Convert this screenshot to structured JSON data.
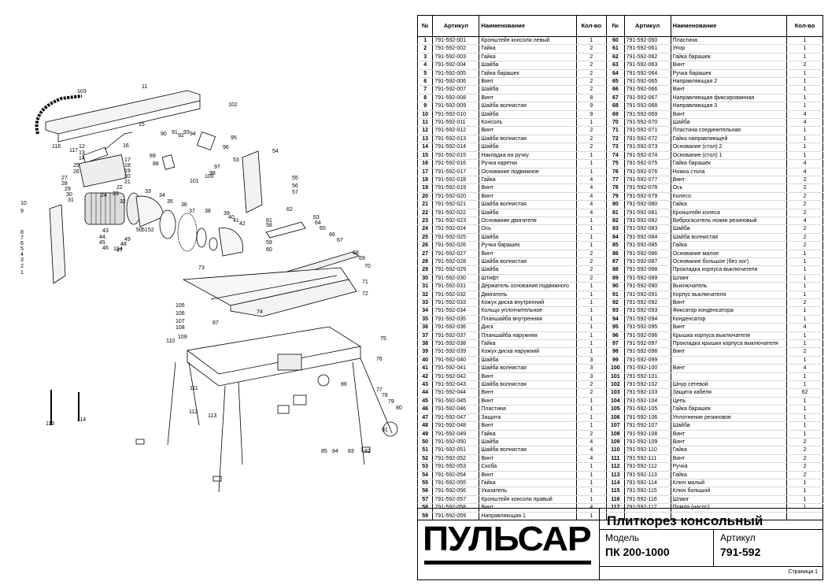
{
  "table": {
    "headers": {
      "num": "№",
      "art": "Артикул",
      "name": "Наименование",
      "qty": "Кол-во"
    },
    "left": [
      [
        "1",
        "791-592-001",
        "Кронштейн консоли левый",
        "1"
      ],
      [
        "2",
        "791-592-002",
        "Гайка",
        "2"
      ],
      [
        "3",
        "791-592-003",
        "Гайка",
        "2"
      ],
      [
        "4",
        "791-592-004",
        "Шайба",
        "2"
      ],
      [
        "5",
        "791-592-005",
        "Гайка барашек",
        "2"
      ],
      [
        "6",
        "791-592-006",
        "Винт",
        "2"
      ],
      [
        "7",
        "791-592-007",
        "Шайба",
        "2"
      ],
      [
        "8",
        "791-592-008",
        "Винт",
        "8"
      ],
      [
        "9",
        "791-592-009",
        "Шайба волнистая",
        "9"
      ],
      [
        "10",
        "791-592-010",
        "Шайба",
        "9"
      ],
      [
        "11",
        "791-592-011",
        "Консоль",
        "1"
      ],
      [
        "12",
        "791-592-012",
        "Винт",
        "2"
      ],
      [
        "13",
        "791-592-013",
        "Шайба волнистая",
        "2"
      ],
      [
        "14",
        "791-592-014",
        "Шайба",
        "2"
      ],
      [
        "15",
        "791-592-015",
        "Накладка на ручку",
        "1"
      ],
      [
        "16",
        "791-592-016",
        "Ручка каретки",
        "1"
      ],
      [
        "17",
        "791-592-017",
        "Основание подвижное",
        "1"
      ],
      [
        "18",
        "791-592-018",
        "Гайка",
        "4"
      ],
      [
        "19",
        "791-592-019",
        "Винт",
        "4"
      ],
      [
        "20",
        "791-592-020",
        "Винт",
        "4"
      ],
      [
        "21",
        "791-592-021",
        "Шайба волнистая",
        "4"
      ],
      [
        "22",
        "791-592-022",
        "Шайба",
        "4"
      ],
      [
        "23",
        "791-592-023",
        "Основание двигателя",
        "1"
      ],
      [
        "24",
        "791-592-024",
        "Ось",
        "1"
      ],
      [
        "25",
        "791-592-025",
        "Шайба",
        "1"
      ],
      [
        "26",
        "791-592-026",
        "Ручка барашек",
        "1"
      ],
      [
        "27",
        "791-592-027",
        "Винт",
        "2"
      ],
      [
        "28",
        "791-592-028",
        "Шайба волнистая",
        "2"
      ],
      [
        "29",
        "791-592-029",
        "Шайба",
        "2"
      ],
      [
        "30",
        "791-592-030",
        "Штифт",
        "2"
      ],
      [
        "31",
        "791-592-031",
        "Держатель основания подвижного",
        "1"
      ],
      [
        "32",
        "791-592-032",
        "Двигатель",
        "1"
      ],
      [
        "33",
        "791-592-033",
        "Кожух диска внутренний",
        "1"
      ],
      [
        "34",
        "791-592-034",
        "Кольцо уплотнительное",
        "1"
      ],
      [
        "35",
        "791-592-035",
        "Планшайба внутренняя",
        "1"
      ],
      [
        "36",
        "791-592-036",
        "Диск",
        "1"
      ],
      [
        "37",
        "791-592-037",
        "Планшайба наружняя",
        "1"
      ],
      [
        "38",
        "791-592-038",
        "Гайка",
        "1"
      ],
      [
        "39",
        "791-592-039",
        "Кожух диска наружний",
        "1"
      ],
      [
        "40",
        "791-592-040",
        "Шайба",
        "3"
      ],
      [
        "41",
        "791-592-041",
        "Шайба волнистая",
        "3"
      ],
      [
        "42",
        "791-592-042",
        "Винт",
        "3"
      ],
      [
        "43",
        "791-592-043",
        "Шайба волнистая",
        "2"
      ],
      [
        "44",
        "791-592-044",
        "Винт",
        "2"
      ],
      [
        "45",
        "791-592-045",
        "Винт",
        "1"
      ],
      [
        "46",
        "791-592-046",
        "Пластина",
        "1"
      ],
      [
        "47",
        "791-592-047",
        "Защита",
        "1"
      ],
      [
        "48",
        "791-592-048",
        "Винт",
        "1"
      ],
      [
        "49",
        "791-592-049",
        "Гайка",
        "2"
      ],
      [
        "50",
        "791-592-050",
        "Шайба",
        "4"
      ],
      [
        "51",
        "791-592-051",
        "Шайба волнистая",
        "4"
      ],
      [
        "52",
        "791-592-052",
        "Винт",
        "4"
      ],
      [
        "53",
        "791-592-053",
        "Скоба",
        "1"
      ],
      [
        "54",
        "791-592-054",
        "Винт",
        "1"
      ],
      [
        "55",
        "791-592-055",
        "Гайка",
        "1"
      ],
      [
        "56",
        "791-592-056",
        "Указатель",
        "1"
      ],
      [
        "57",
        "791-592-057",
        "Кронштейн консоли правый",
        "1"
      ],
      [
        "58",
        "791-592-058",
        "Винт",
        "4"
      ],
      [
        "59",
        "791-592-059",
        "Направляющая 1",
        "1"
      ]
    ],
    "right": [
      [
        "60",
        "791-592-060",
        "Пластина",
        "1"
      ],
      [
        "61",
        "791-592-061",
        "Упор",
        "1"
      ],
      [
        "62",
        "791-592-062",
        "Гайка барашек",
        "1"
      ],
      [
        "63",
        "791-592-063",
        "Винт",
        "2"
      ],
      [
        "64",
        "791-592-064",
        "Ручка барашек",
        "1"
      ],
      [
        "65",
        "791-592-065",
        "Направляющая 2",
        "1"
      ],
      [
        "66",
        "791-592-066",
        "Винт",
        "1"
      ],
      [
        "67",
        "791-592-067",
        "Направляющая фиксированная",
        "1"
      ],
      [
        "68",
        "791-592-068",
        "Направляющая 3",
        "1"
      ],
      [
        "69",
        "791-592-069",
        "Винт",
        "4"
      ],
      [
        "70",
        "791-592-070",
        "Шайба",
        "4"
      ],
      [
        "71",
        "791-592-071",
        "Пластина соединительная",
        "1"
      ],
      [
        "72",
        "791-592-072",
        "Гайка направляющей",
        "1"
      ],
      [
        "73",
        "791-592-073",
        "Основание (стол) 2",
        "1"
      ],
      [
        "74",
        "791-592-074",
        "Основание (стол) 1",
        "1"
      ],
      [
        "75",
        "791-592-075",
        "Гайка барашек",
        "4"
      ],
      [
        "76",
        "791-592-076",
        "Ножка стола",
        "4"
      ],
      [
        "77",
        "791-592-077",
        "Винт",
        "2"
      ],
      [
        "78",
        "791-592-078",
        "Ось",
        "2"
      ],
      [
        "79",
        "791-592-079",
        "Колесо",
        "2"
      ],
      [
        "80",
        "791-592-080",
        "Гайка",
        "2"
      ],
      [
        "81",
        "791-592-081",
        "Кронштейн колеса",
        "2"
      ],
      [
        "82",
        "791-592-082",
        "Виброгаситель ножки резиновый",
        "4"
      ],
      [
        "83",
        "791-592-083",
        "Шайба",
        "2"
      ],
      [
        "84",
        "791-592-084",
        "Шайба волнистая",
        "2"
      ],
      [
        "85",
        "791-592-085",
        "Гайка",
        "2"
      ],
      [
        "86",
        "791-592-086",
        "Основание малое",
        "1"
      ],
      [
        "87",
        "791-592-087",
        "Основание большое (без ног)",
        "1"
      ],
      [
        "88",
        "791-592-088",
        "Прокладка корпуса выключателя",
        "1"
      ],
      [
        "89",
        "791-592-089",
        "Шланг",
        "1"
      ],
      [
        "90",
        "791-592-090",
        "Выключатель",
        "1"
      ],
      [
        "91",
        "791-592-091",
        "Корпус выключателя",
        "1"
      ],
      [
        "92",
        "791-592-092",
        "Винт",
        "2"
      ],
      [
        "93",
        "791-592-093",
        "Фиксатор конденсатора",
        "1"
      ],
      [
        "94",
        "791-592-094",
        "Конденсатор",
        "1"
      ],
      [
        "95",
        "791-592-095",
        "Винт",
        "4"
      ],
      [
        "96",
        "791-592-096",
        "Крышка корпуса выключателя",
        "1"
      ],
      [
        "97",
        "791-592-097",
        "Прокладка крышки корпуса выключателя",
        "1"
      ],
      [
        "98",
        "791-592-098",
        "Винт",
        "2"
      ],
      [
        "99",
        "791-592-099",
        "",
        "1"
      ],
      [
        "100",
        "791-592-100",
        "Винт",
        "4"
      ],
      [
        "101",
        "791-592-101",
        "",
        "1"
      ],
      [
        "102",
        "791-592-102",
        "Шнур сетевой",
        "1"
      ],
      [
        "103",
        "791-592-103",
        "Защита кабеля",
        "62"
      ],
      [
        "104",
        "791-592-104",
        "Цепь",
        "1"
      ],
      [
        "105",
        "791-592-105",
        "Гайка барашек",
        "1"
      ],
      [
        "106",
        "791-592-106",
        "Уплотнение резиновое",
        "1"
      ],
      [
        "107",
        "791-592-107",
        "Шайба",
        "1"
      ],
      [
        "108",
        "791-592-108",
        "Винт",
        "1"
      ],
      [
        "109",
        "791-592-109",
        "Винт",
        "2"
      ],
      [
        "110",
        "791-592-110",
        "Гайка",
        "2"
      ],
      [
        "111",
        "791-592-111",
        "Винт",
        "2"
      ],
      [
        "112",
        "791-592-112",
        "Ручка",
        "2"
      ],
      [
        "113",
        "791-592-113",
        "Гайка",
        "2"
      ],
      [
        "114",
        "791-592-114",
        "Ключ малый",
        "1"
      ],
      [
        "115",
        "791-592-115",
        "Ключ большой",
        "1"
      ],
      [
        "116",
        "791-592-116",
        "Шланг",
        "1"
      ],
      [
        "117",
        "791-592-117",
        "Помпа (насос)",
        "1"
      ],
      [
        "",
        "",
        "",
        ""
      ]
    ]
  },
  "title_block": {
    "logo": "ПУЛЬСАР",
    "product_title": "Плиткорез консольный",
    "model_label": "Модель",
    "model_value": "ПК 200-1000",
    "article_label": "Артикул",
    "article_value": "791-592",
    "page": "Страница 1"
  },
  "diagram": {
    "callouts": [
      "1",
      "2",
      "3",
      "4",
      "5",
      "6",
      "7",
      "8",
      "9",
      "10",
      "11",
      "12",
      "13",
      "14",
      "15",
      "16",
      "17",
      "18",
      "19",
      "20",
      "21",
      "22",
      "23",
      "24",
      "25",
      "26",
      "27",
      "28",
      "29",
      "30",
      "31",
      "32",
      "33",
      "34",
      "35",
      "36",
      "37",
      "38",
      "39",
      "40",
      "41",
      "42",
      "43",
      "44",
      "45",
      "46",
      "47",
      "48",
      "49",
      "50",
      "51",
      "52",
      "53",
      "54",
      "55",
      "56",
      "57",
      "58",
      "59",
      "60",
      "61",
      "62",
      "63",
      "64",
      "65",
      "66",
      "67",
      "68",
      "69",
      "70",
      "71",
      "72",
      "73",
      "74",
      "75",
      "76",
      "77",
      "78",
      "79",
      "80",
      "81",
      "82",
      "83",
      "84",
      "85",
      "86",
      "87",
      "88",
      "89",
      "90",
      "91",
      "92",
      "93",
      "94",
      "95",
      "96",
      "97",
      "98",
      "100",
      "101",
      "102",
      "103",
      "104",
      "105",
      "106",
      "107",
      "108",
      "109",
      "110",
      "111",
      "112",
      "113",
      "114",
      "115",
      "116",
      "117"
    ]
  }
}
